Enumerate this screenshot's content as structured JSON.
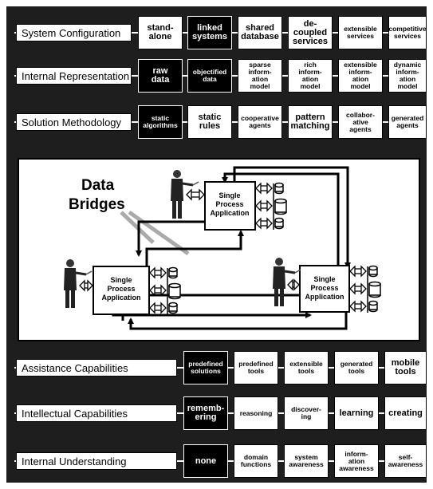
{
  "rows": [
    {
      "label": "System Configuration",
      "cells": [
        {
          "text": "stand-\nalone",
          "dark": false
        },
        {
          "text": "linked\nsystems",
          "dark": true
        },
        {
          "text": "shared\ndatabase",
          "dark": false
        },
        {
          "text": "de-\ncoupled\nservices",
          "dark": false
        },
        {
          "text": "extensible\nservices",
          "dark": false
        },
        {
          "text": "competitive\nservices",
          "dark": false
        }
      ]
    },
    {
      "label": "Internal Representation",
      "cells": [
        {
          "text": "raw\ndata",
          "dark": true
        },
        {
          "text": "objectified\ndata",
          "dark": true
        },
        {
          "text": "sparse\ninform-\nation\nmodel",
          "dark": false
        },
        {
          "text": "rich\ninform-\nation\nmodel",
          "dark": false
        },
        {
          "text": "extensible\ninform-\nation\nmodel",
          "dark": false
        },
        {
          "text": "dynamic\ninform-\nation\nmodel",
          "dark": false
        }
      ]
    },
    {
      "label": "Solution Methodology",
      "cells": [
        {
          "text": "static\nalgorithms",
          "dark": true
        },
        {
          "text": "static\nrules",
          "dark": false
        },
        {
          "text": "cooperative\nagents",
          "dark": false
        },
        {
          "text": "pattern\nmatching",
          "dark": false
        },
        {
          "text": "collabor-\native\nagents",
          "dark": false
        },
        {
          "text": "generated\nagents",
          "dark": false
        }
      ]
    },
    {
      "label": "Assistance Capabilities",
      "cells": [
        {
          "text": "predefined\nsolutions",
          "dark": true
        },
        {
          "text": "predefined\ntools",
          "dark": false
        },
        {
          "text": "extensible\ntools",
          "dark": false
        },
        {
          "text": "generated\ntools",
          "dark": false
        },
        {
          "text": "mobile\ntools",
          "dark": false
        }
      ]
    },
    {
      "label": "Intellectual Capabilities",
      "cells": [
        {
          "text": "rememb-\nering",
          "dark": true
        },
        {
          "text": "reasoning",
          "dark": false
        },
        {
          "text": "discover-\ning",
          "dark": false
        },
        {
          "text": "learning",
          "dark": false
        },
        {
          "text": "creating",
          "dark": false
        }
      ]
    },
    {
      "label": "Internal Understanding",
      "cells": [
        {
          "text": "none",
          "dark": true
        },
        {
          "text": "domain\nfunctions",
          "dark": false
        },
        {
          "text": "system\nawareness",
          "dark": false
        },
        {
          "text": "inform-\nation\nawareness",
          "dark": false
        },
        {
          "text": "self-\nawareness",
          "dark": false
        }
      ]
    }
  ],
  "diagram": {
    "callout": "Data\nBridges",
    "callout_line1": "Data",
    "callout_line2": "Bridges",
    "app_line1": "Single",
    "app_line2": "Process",
    "app_line3": "Application"
  }
}
